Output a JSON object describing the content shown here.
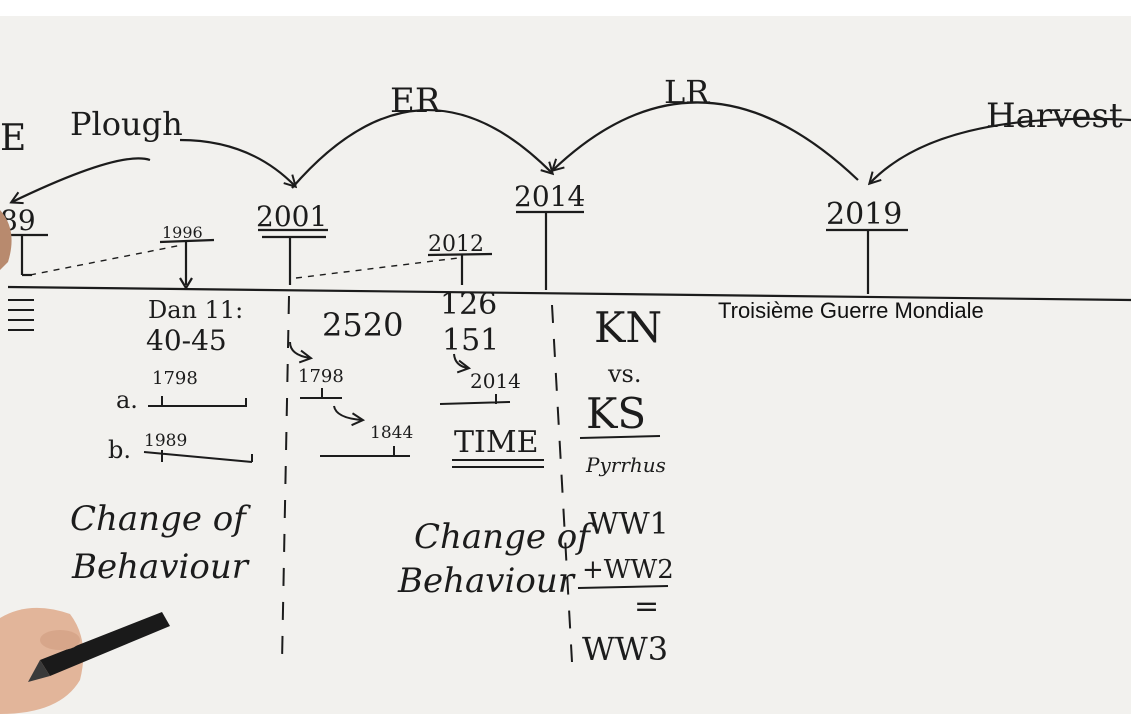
{
  "whiteboard": {
    "arcs": [
      "E",
      "Plough",
      "ER",
      "LR",
      "Harvest"
    ],
    "years": [
      "89",
      "1996",
      "2001",
      "2012",
      "2014",
      "2019"
    ],
    "left_column": {
      "ref_1": "Dan 11:",
      "ref_2": "40-45",
      "a_label": "a.",
      "a_year": "1798",
      "b_label": "b.",
      "b_year": "1989",
      "change_1": "Change of",
      "change_2": "Behaviour"
    },
    "middle_column": {
      "num_2520": "2520",
      "num_126": "126",
      "num_151": "151",
      "y1798": "1798",
      "y2014": "2014",
      "y1844": "1844",
      "time": "TIME",
      "change_1": "Change of",
      "change_2": "Behaviour"
    },
    "right_column": {
      "kn": "KN",
      "vs": "vs.",
      "ks": "KS",
      "pyrrhus": "Pyrrhus",
      "ww1": "WW1",
      "ww2": "+WW2",
      "eq": "=",
      "ww3": "WW3"
    }
  },
  "caption": "Troisième Guerre Mondiale",
  "colors": {
    "board": "#f2f1ee",
    "ink": "#1c1c1c",
    "hand": "#e2b59a",
    "marker": "#1a1a1a"
  }
}
